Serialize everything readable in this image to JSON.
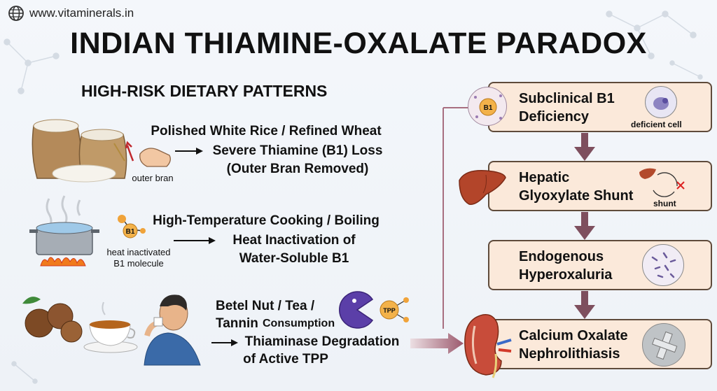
{
  "header": {
    "website": "www.vitaminerals.in",
    "title": "INDIAN THIAMINE-OXALATE PARADOX",
    "subtitle": "HIGH-RISK DIETARY PATTERNS"
  },
  "risks": [
    {
      "line1": "Polished White Rice / Refined Wheat",
      "line2": "Severe Thiamine (B1) Loss",
      "line3": "(Outer Bran Removed)",
      "icon_label": "outer bran"
    },
    {
      "line1": "High-Temperature Cooking / Boiling",
      "line2": "Heat Inactivation of",
      "line3": "Water-Soluble B1",
      "icon_label_1": "heat inactivated",
      "icon_label_2": "B1 molecule",
      "molecule": "B1"
    },
    {
      "line1a": "Betel Nut / Tea /",
      "line1b": "Tannin",
      "line1c": "Consumption",
      "line2": "Thiaminase Degradation",
      "line3": "of Active TPP",
      "molecule": "TPP"
    }
  ],
  "cascade": [
    {
      "line1": "Subclinical B1",
      "line2": "Deficiency",
      "caption": "deficient cell",
      "badge": "B1"
    },
    {
      "line1": "Hepatic",
      "line2": "Glyoxylate Shunt",
      "caption": "shunt"
    },
    {
      "line1": "Endogenous",
      "line2": "Hyperoxaluria"
    },
    {
      "line1": "Calcium Oxalate",
      "line2": "Nephrolithiasis"
    }
  ],
  "colors": {
    "box_fill": "#fbe9da",
    "box_border": "#5f4b3b",
    "arrow": "#7e4f5e",
    "flow_arrow": "#a86f80"
  }
}
